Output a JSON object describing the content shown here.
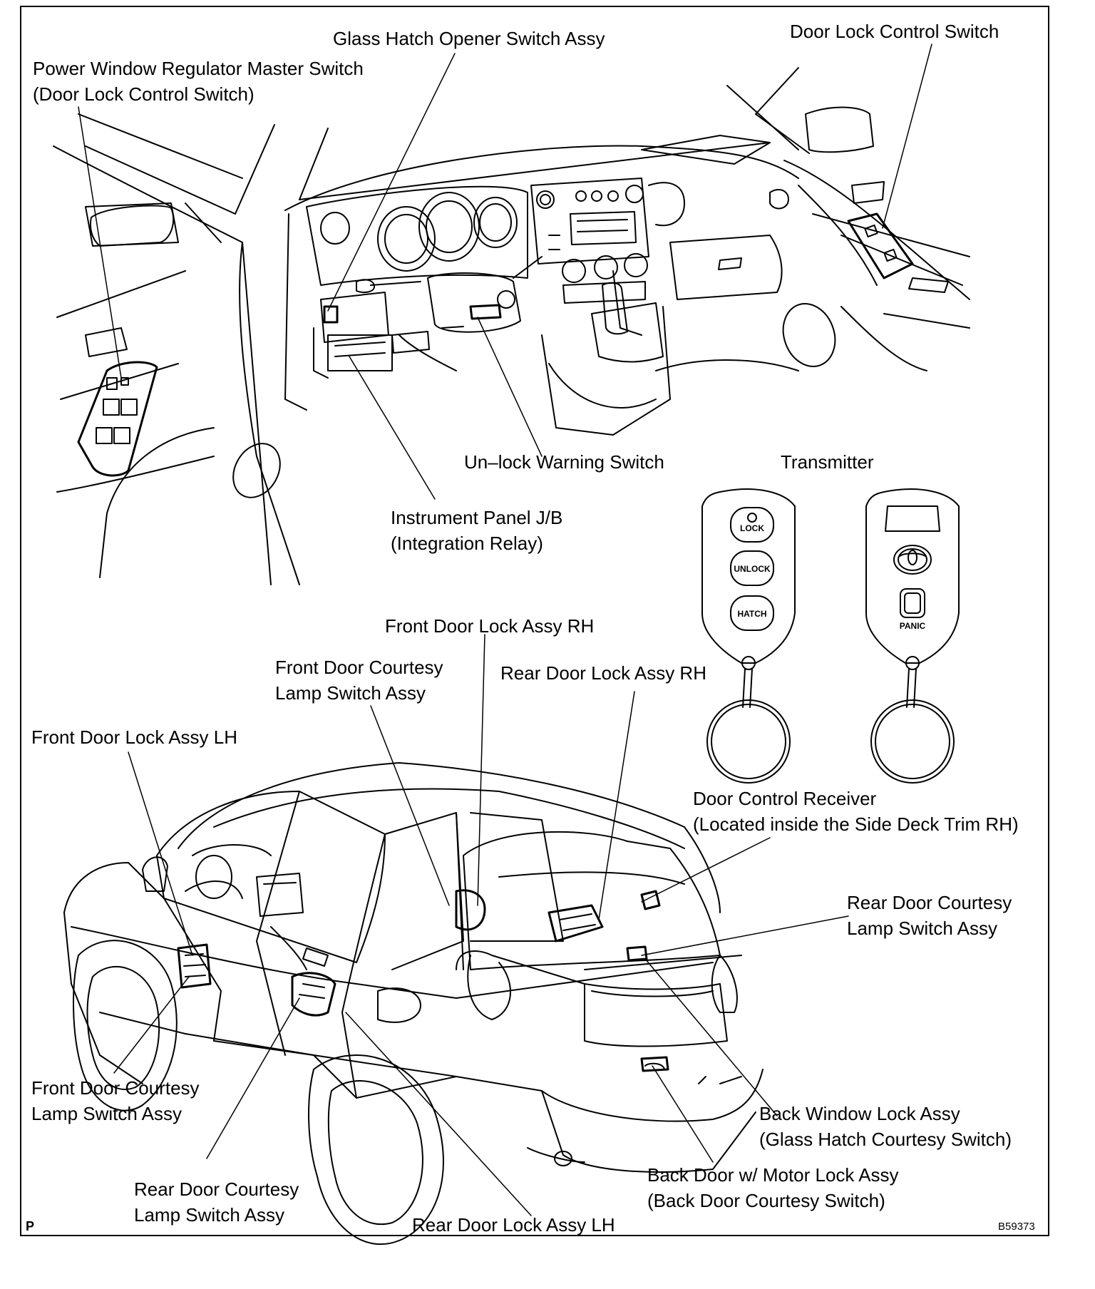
{
  "labels": {
    "glass_hatch_opener": "Glass Hatch Opener Switch Assy",
    "door_lock_control_switch": "Door Lock Control Switch",
    "pw_master_line1": "Power Window Regulator Master Switch",
    "pw_master_line2": "(Door Lock Control Switch)",
    "unlock_warning": "Un–lock Warning Switch",
    "transmitter": "Transmitter",
    "ip_jb_line1": "Instrument Panel J/B",
    "ip_jb_line2": "(Integration Relay)",
    "front_door_lock_rh": "Front Door Lock Assy RH",
    "front_courtesy_top_line1": "Front Door Courtesy",
    "front_courtesy_top_line2": "Lamp Switch Assy",
    "rear_door_lock_rh": "Rear Door Lock Assy RH",
    "front_door_lock_lh": "Front Door Lock Assy LH",
    "door_control_receiver_line1": "Door Control Receiver",
    "door_control_receiver_line2": "(Located inside the Side Deck Trim RH)",
    "rear_courtesy_right_line1": "Rear Door Courtesy",
    "rear_courtesy_right_line2": "Lamp Switch Assy",
    "front_courtesy_bottom_line1": "Front Door Courtesy",
    "front_courtesy_bottom_line2": "Lamp Switch Assy",
    "back_window_lock_line1": "Back Window Lock Assy",
    "back_window_lock_line2": "(Glass Hatch Courtesy Switch)",
    "rear_courtesy_bottom_line1": "Rear Door Courtesy",
    "rear_courtesy_bottom_line2": "Lamp Switch Assy",
    "back_door_motor_line1": "Back Door w/ Motor Lock Assy",
    "back_door_motor_line2": "(Back Door Courtesy Switch)",
    "rear_door_lock_lh": "Rear Door Lock Assy LH"
  },
  "transmitter_buttons": {
    "lock": "LOCK",
    "unlock": "UNLOCK",
    "hatch": "HATCH",
    "panic": "PANIC"
  },
  "corner": {
    "page_mark": "P",
    "figure_code": "B59373"
  }
}
